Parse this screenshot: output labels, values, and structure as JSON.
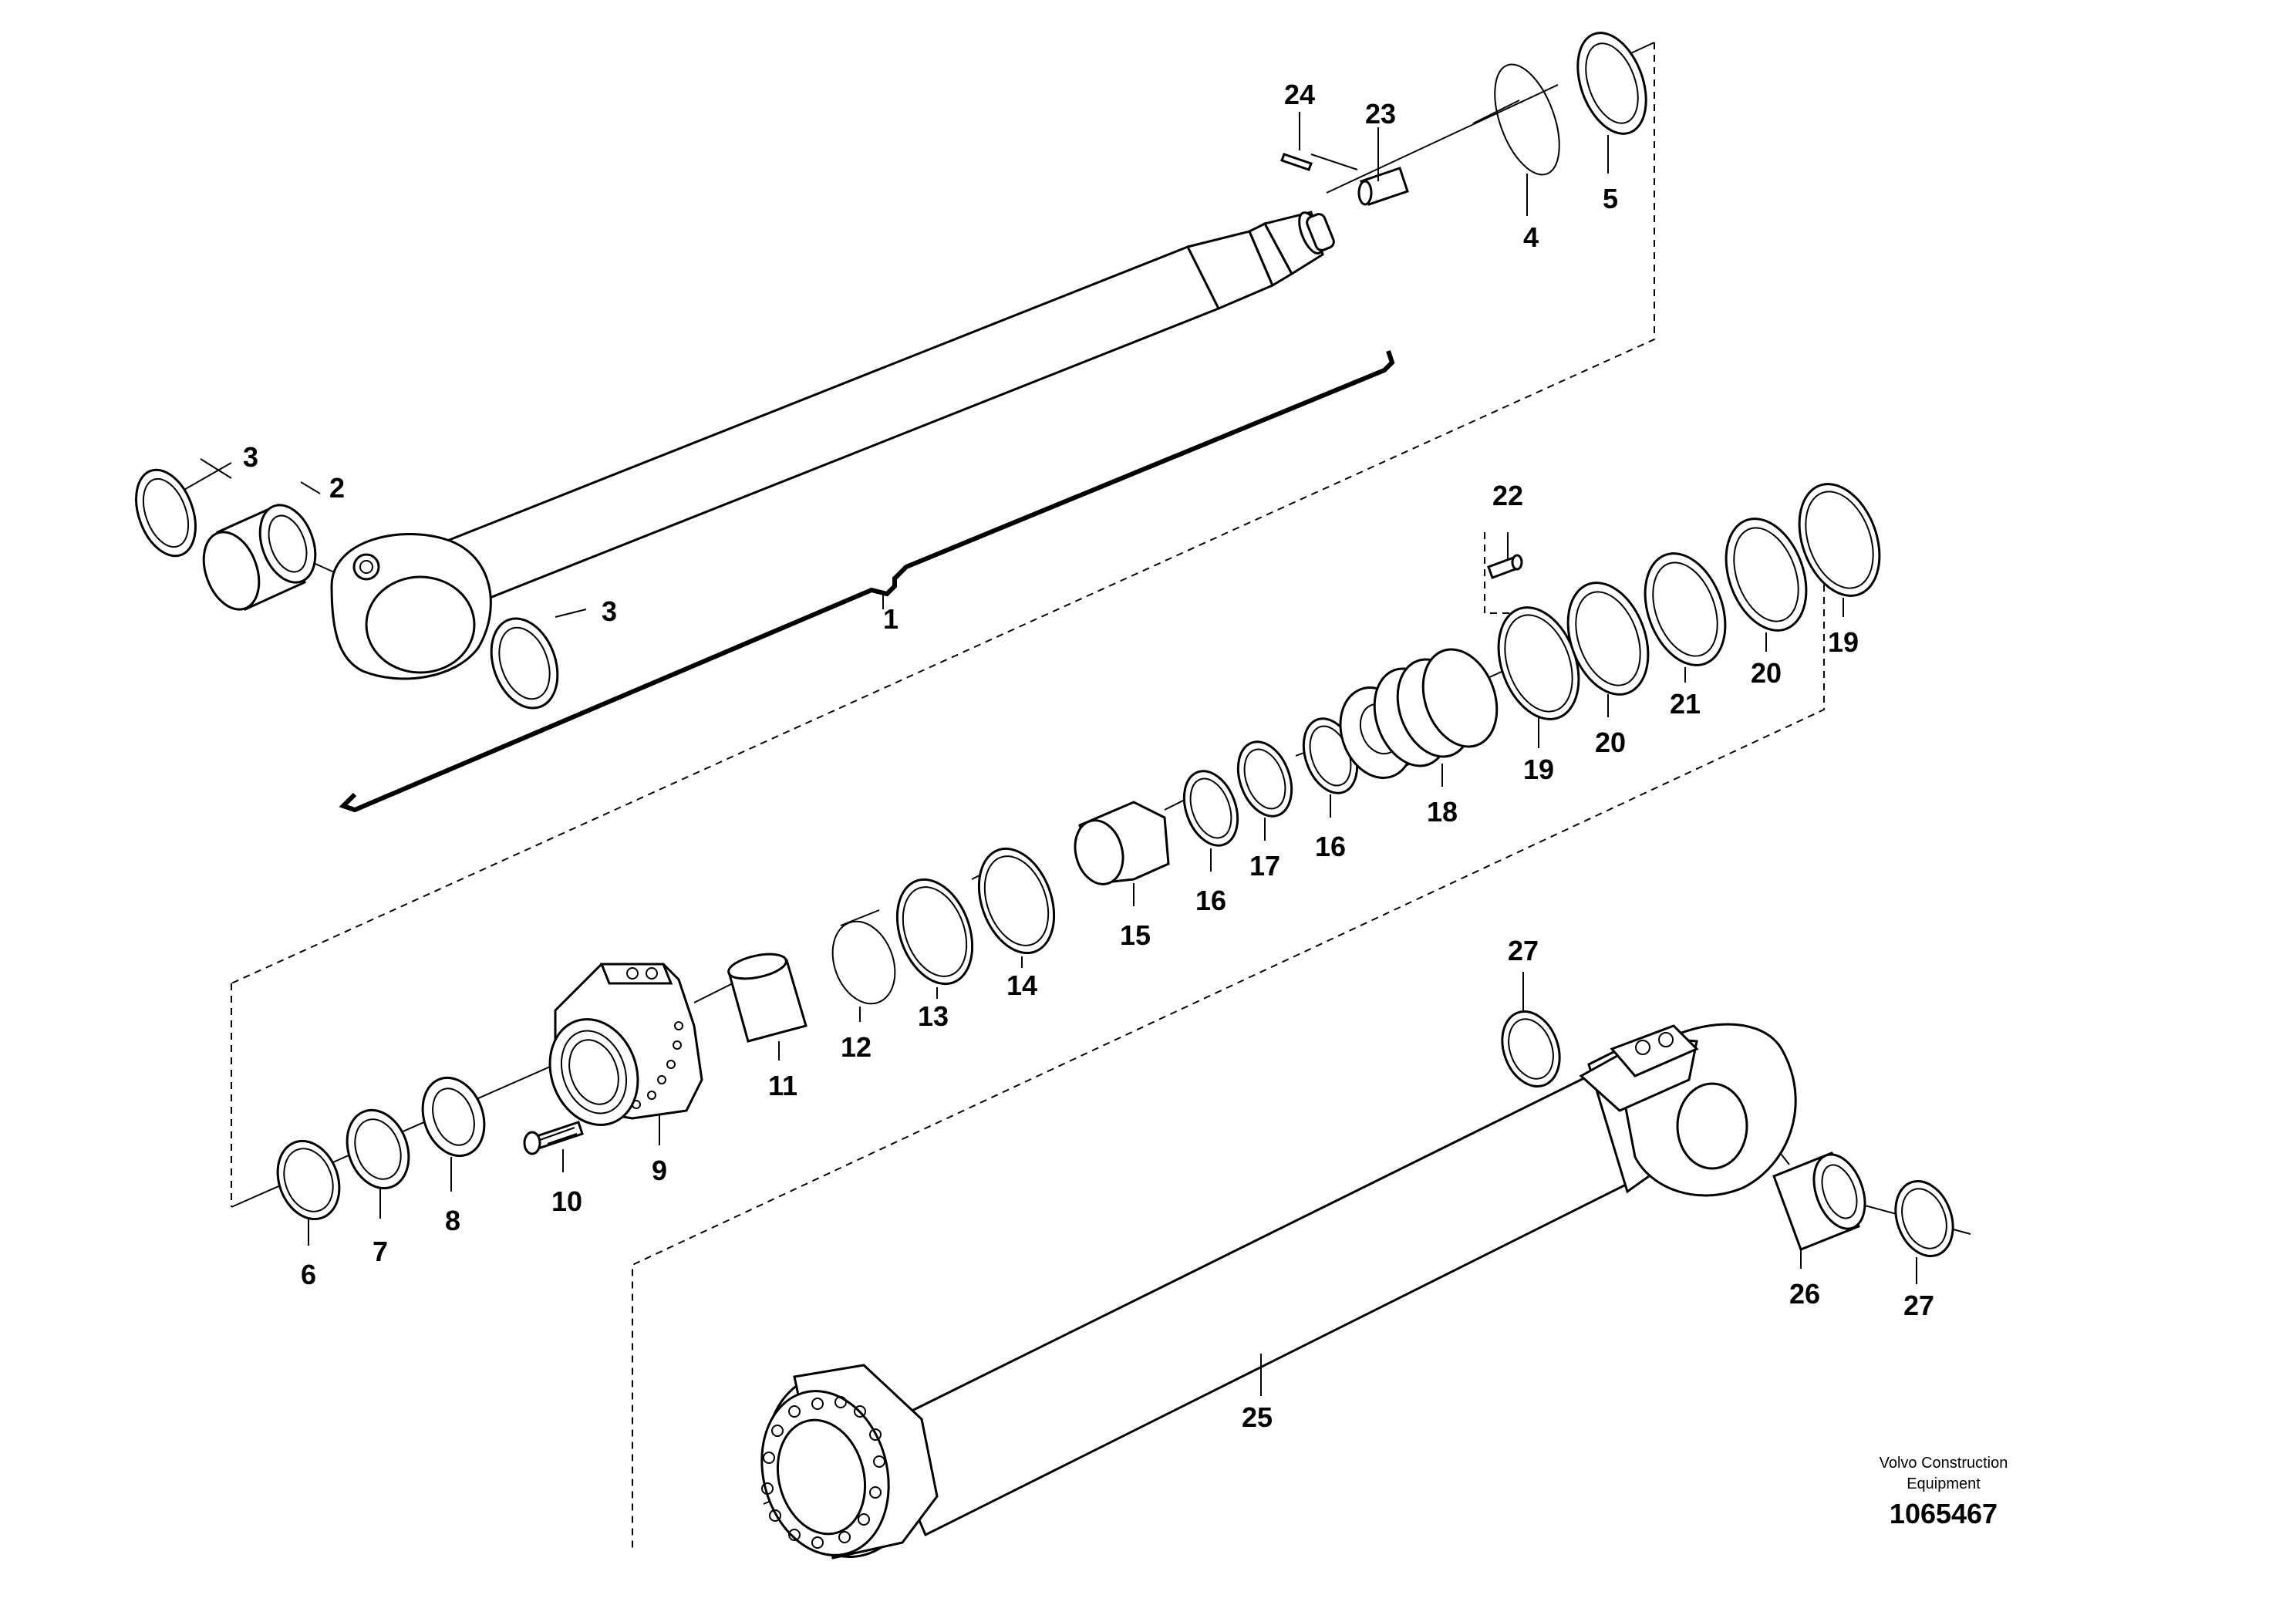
{
  "labels": {
    "p1": "1",
    "p2": "2",
    "p3a": "3",
    "p3b": "3",
    "p4": "4",
    "p5": "5",
    "p6": "6",
    "p7": "7",
    "p8": "8",
    "p9": "9",
    "p10": "10",
    "p11": "11",
    "p12": "12",
    "p13": "13",
    "p14": "14",
    "p15": "15",
    "p16a": "16",
    "p16b": "16",
    "p17": "17",
    "p18": "18",
    "p19a": "19",
    "p19b": "19",
    "p20a": "20",
    "p20b": "20",
    "p21": "21",
    "p22": "22",
    "p23": "23",
    "p24": "24",
    "p25": "25",
    "p26": "26",
    "p27a": "27",
    "p27b": "27"
  },
  "footer": {
    "brand_line1": "Volvo Construction",
    "brand_line2": "Equipment",
    "doc_number": "1065467"
  }
}
